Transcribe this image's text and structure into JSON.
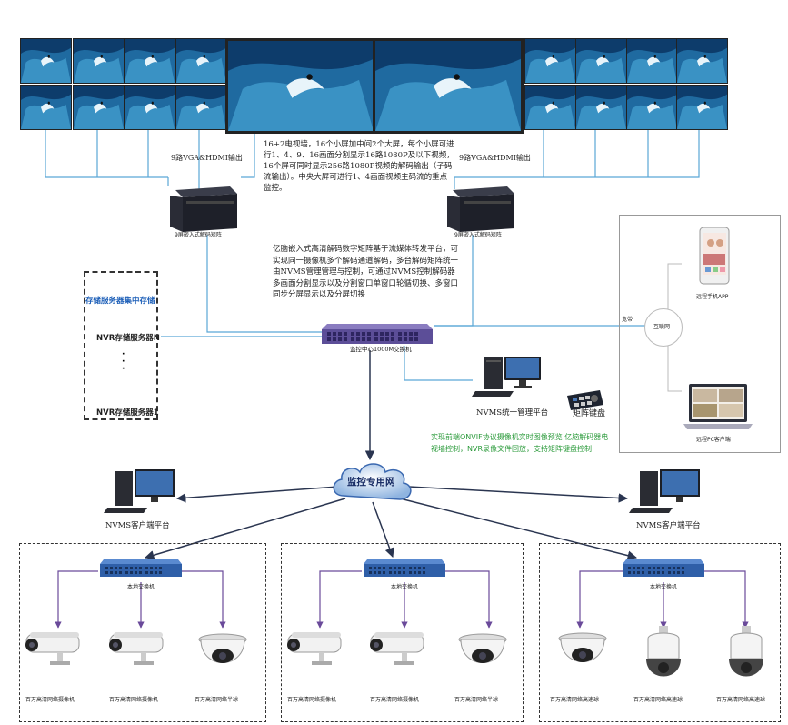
{
  "video_wall": {
    "left_output_label": "9路VGA&HDMI输出",
    "right_output_label": "9路VGA&HDMI输出",
    "description": "16+2电视墙，16个小屏加中间2个大屏，每个小屏可进行1、4、9、16画面分割显示16路1080P及以下视频，16个屏可同时显示256路1080P视频的解码输出（子码流输出）。中央大屏可进行1、4画面视频主码流的重点监控。"
  },
  "decoders": {
    "left_label": "9屏嵌入式解码矩阵",
    "right_label": "9屏嵌入式解码矩阵"
  },
  "matrix_description": "亿脑嵌入式高清解码数字矩阵基于流媒体转发平台，可实现同一摄像机多个解码通道解码，多台解码矩阵统一由NVMS管理管理与控制，可通过NVMS控制解码器多画面分割显示以及分割窗口单窗口轮循切换、多窗口同步分屏显示以及分屏切换",
  "storage": {
    "title": "存储服务器集中存储",
    "server_n": "NVR存储服务器N",
    "ellipsis": "·\n·\n·",
    "server_1": "NVR存储服务器1"
  },
  "core_switch": {
    "label": "监控中心1000M交换机"
  },
  "management": {
    "platform_label": "NVMS统一管理平台",
    "keyboard_label": "矩阵键盘",
    "feature_text": "实现前端ONVIF协议摄像机实时图像预览 亿脑解码器电视墙控制，NVR录像文件回放，支持矩阵键盘控制"
  },
  "internet": {
    "bandwidth_label": "宽带",
    "internet_label": "互联网",
    "mobile_app_label": "远程手机APP",
    "pc_client_label": "远程PC客户端"
  },
  "network": {
    "label": "监控专用网"
  },
  "clients": {
    "left_label": "NVMS客户端平台",
    "right_label": "NVMS客户端平台"
  },
  "sites": [
    {
      "switch_label": "本地交换机",
      "cameras": [
        "百万高清网络摄像机",
        "百万高清网络摄像机",
        "百万高清网络半球"
      ]
    },
    {
      "switch_label": "本地交换机",
      "cameras": [
        "百万高清网络摄像机",
        "百万高清网络摄像机",
        "百万高清网络半球"
      ]
    },
    {
      "switch_label": "本地交换机",
      "cameras": [
        "百万高清网络高速球",
        "百万高清网络高速球",
        "百万高清网络高速球"
      ]
    }
  ],
  "colors": {
    "video_link": "#5aa7d6",
    "network_link": "#2a3550",
    "feature_text": "#2a9a3a",
    "storage_title": "#1d5fb8",
    "switch_blue": "#2f5fa8",
    "core_switch": "#6a5aa0"
  },
  "icons": [
    "surf-screen-image",
    "decoder-box-icon",
    "core-switch-icon",
    "desktop-computer-icon",
    "keyboard-icon",
    "phone-app-icon",
    "laptop-icon",
    "cloud-icon",
    "bullet-camera-icon",
    "dome-camera-icon",
    "speed-dome-icon"
  ]
}
